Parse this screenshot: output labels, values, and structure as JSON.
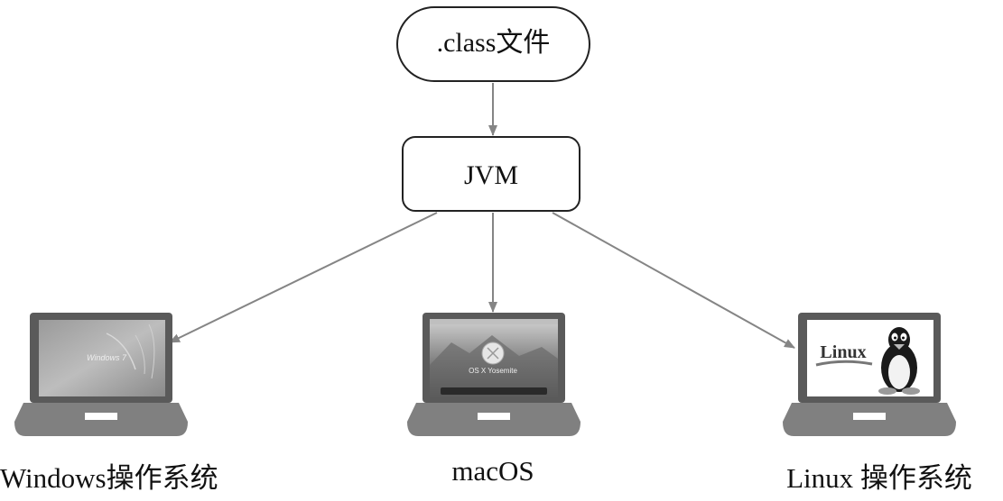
{
  "nodes": {
    "source": {
      "label": ".class文件"
    },
    "vm": {
      "label": "JVM"
    }
  },
  "platforms": [
    {
      "caption": "Windows操作系统",
      "screen_text": "Windows 7"
    },
    {
      "caption": "macOS",
      "screen_text": "OS X Yosemite"
    },
    {
      "caption": "Linux 操作系统",
      "screen_text": "Linux"
    }
  ],
  "colors": {
    "arrow": "#858585",
    "node_border": "#222222",
    "laptop_body": "#5a5a5a",
    "laptop_base": "#808080"
  }
}
